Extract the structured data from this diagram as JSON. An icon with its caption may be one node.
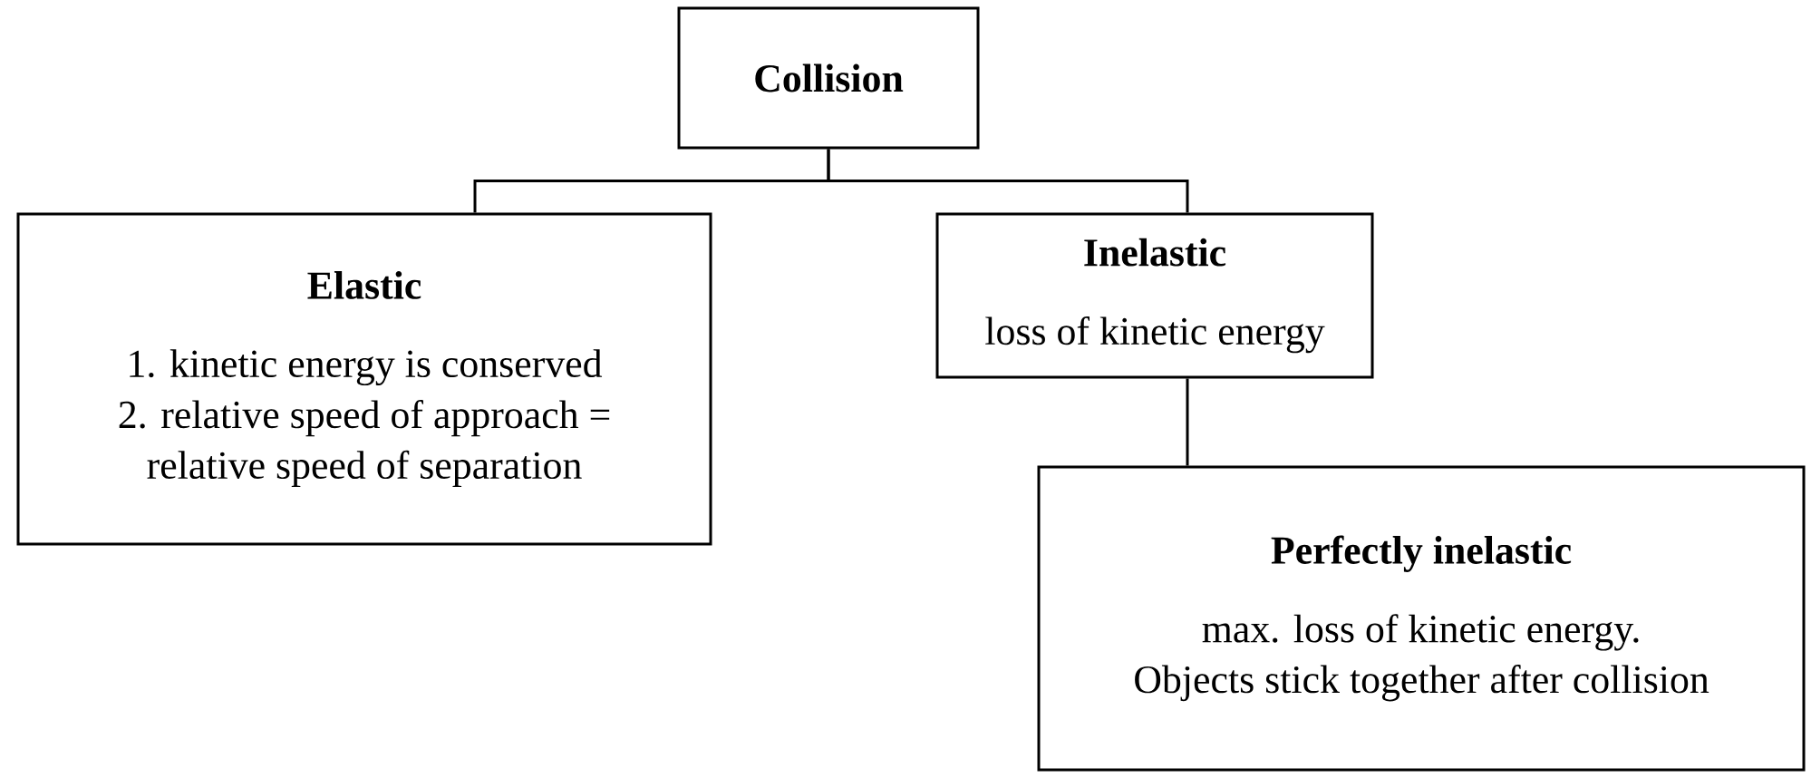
{
  "diagram": {
    "nodes": [
      {
        "text": [
          "Collision"
        ]
      },
      {
        "text": [
          "Elastic",
          "1. kinetic energy is conserved",
          "2. relative speed of approach = relative speed of separation"
        ]
      },
      {
        "text": [
          "Inelastic",
          "loss of kinetic energy"
        ]
      },
      {
        "text": [
          "Perfectly inelastic",
          "max. loss of kinetic energy.",
          "Objects stick together after collision"
        ]
      }
    ],
    "edges": [
      {
        "from": 0,
        "to": 1,
        "arrow": "none"
      },
      {
        "from": 0,
        "to": 2,
        "arrow": "none"
      },
      {
        "from": 2,
        "to": 3,
        "arrow": "none"
      }
    ]
  }
}
